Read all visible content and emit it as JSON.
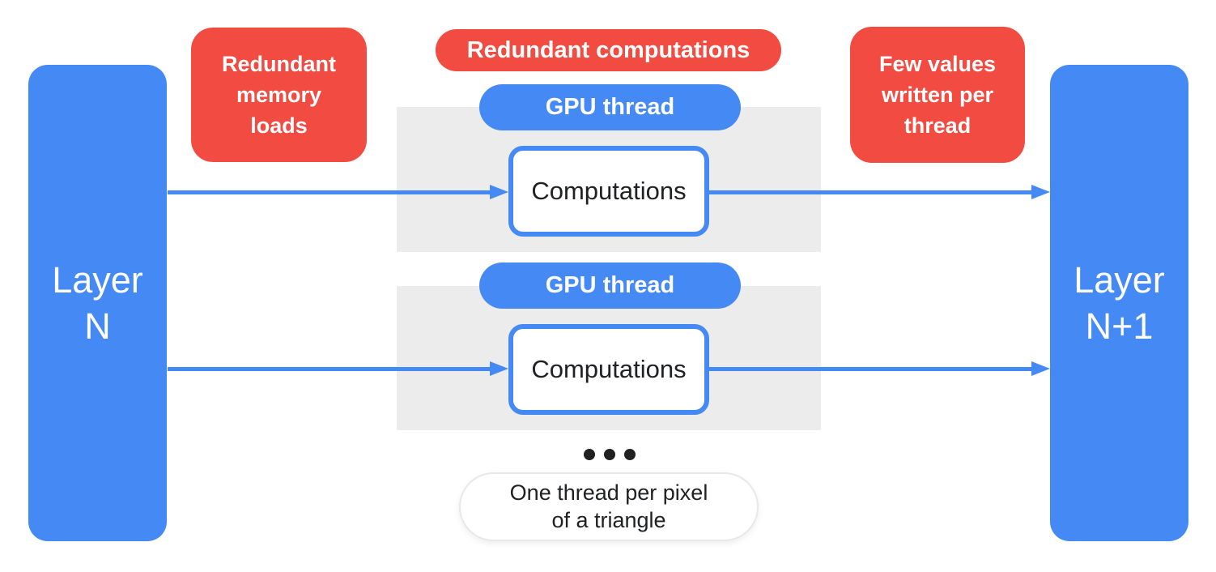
{
  "colors": {
    "blue": "#4589F5",
    "red": "#F14B42",
    "panel_gray": "#ECECEC",
    "dark_text": "#202124",
    "white": "#FFFFFF"
  },
  "layer_left": {
    "label": "Layer\nN"
  },
  "layer_right": {
    "label": "Layer\nN+1"
  },
  "badges": {
    "redundant_memory": {
      "label": "Redundant\nmemory\nloads"
    },
    "redundant_computations": {
      "label": "Redundant computations"
    },
    "few_values": {
      "label": "Few values\nwritten per\nthread"
    }
  },
  "thread_units": [
    {
      "pill_label": "GPU thread",
      "box_label": "Computations"
    },
    {
      "pill_label": "GPU thread",
      "box_label": "Computations"
    }
  ],
  "footnote": {
    "label": "One thread per pixel\nof a triangle"
  }
}
